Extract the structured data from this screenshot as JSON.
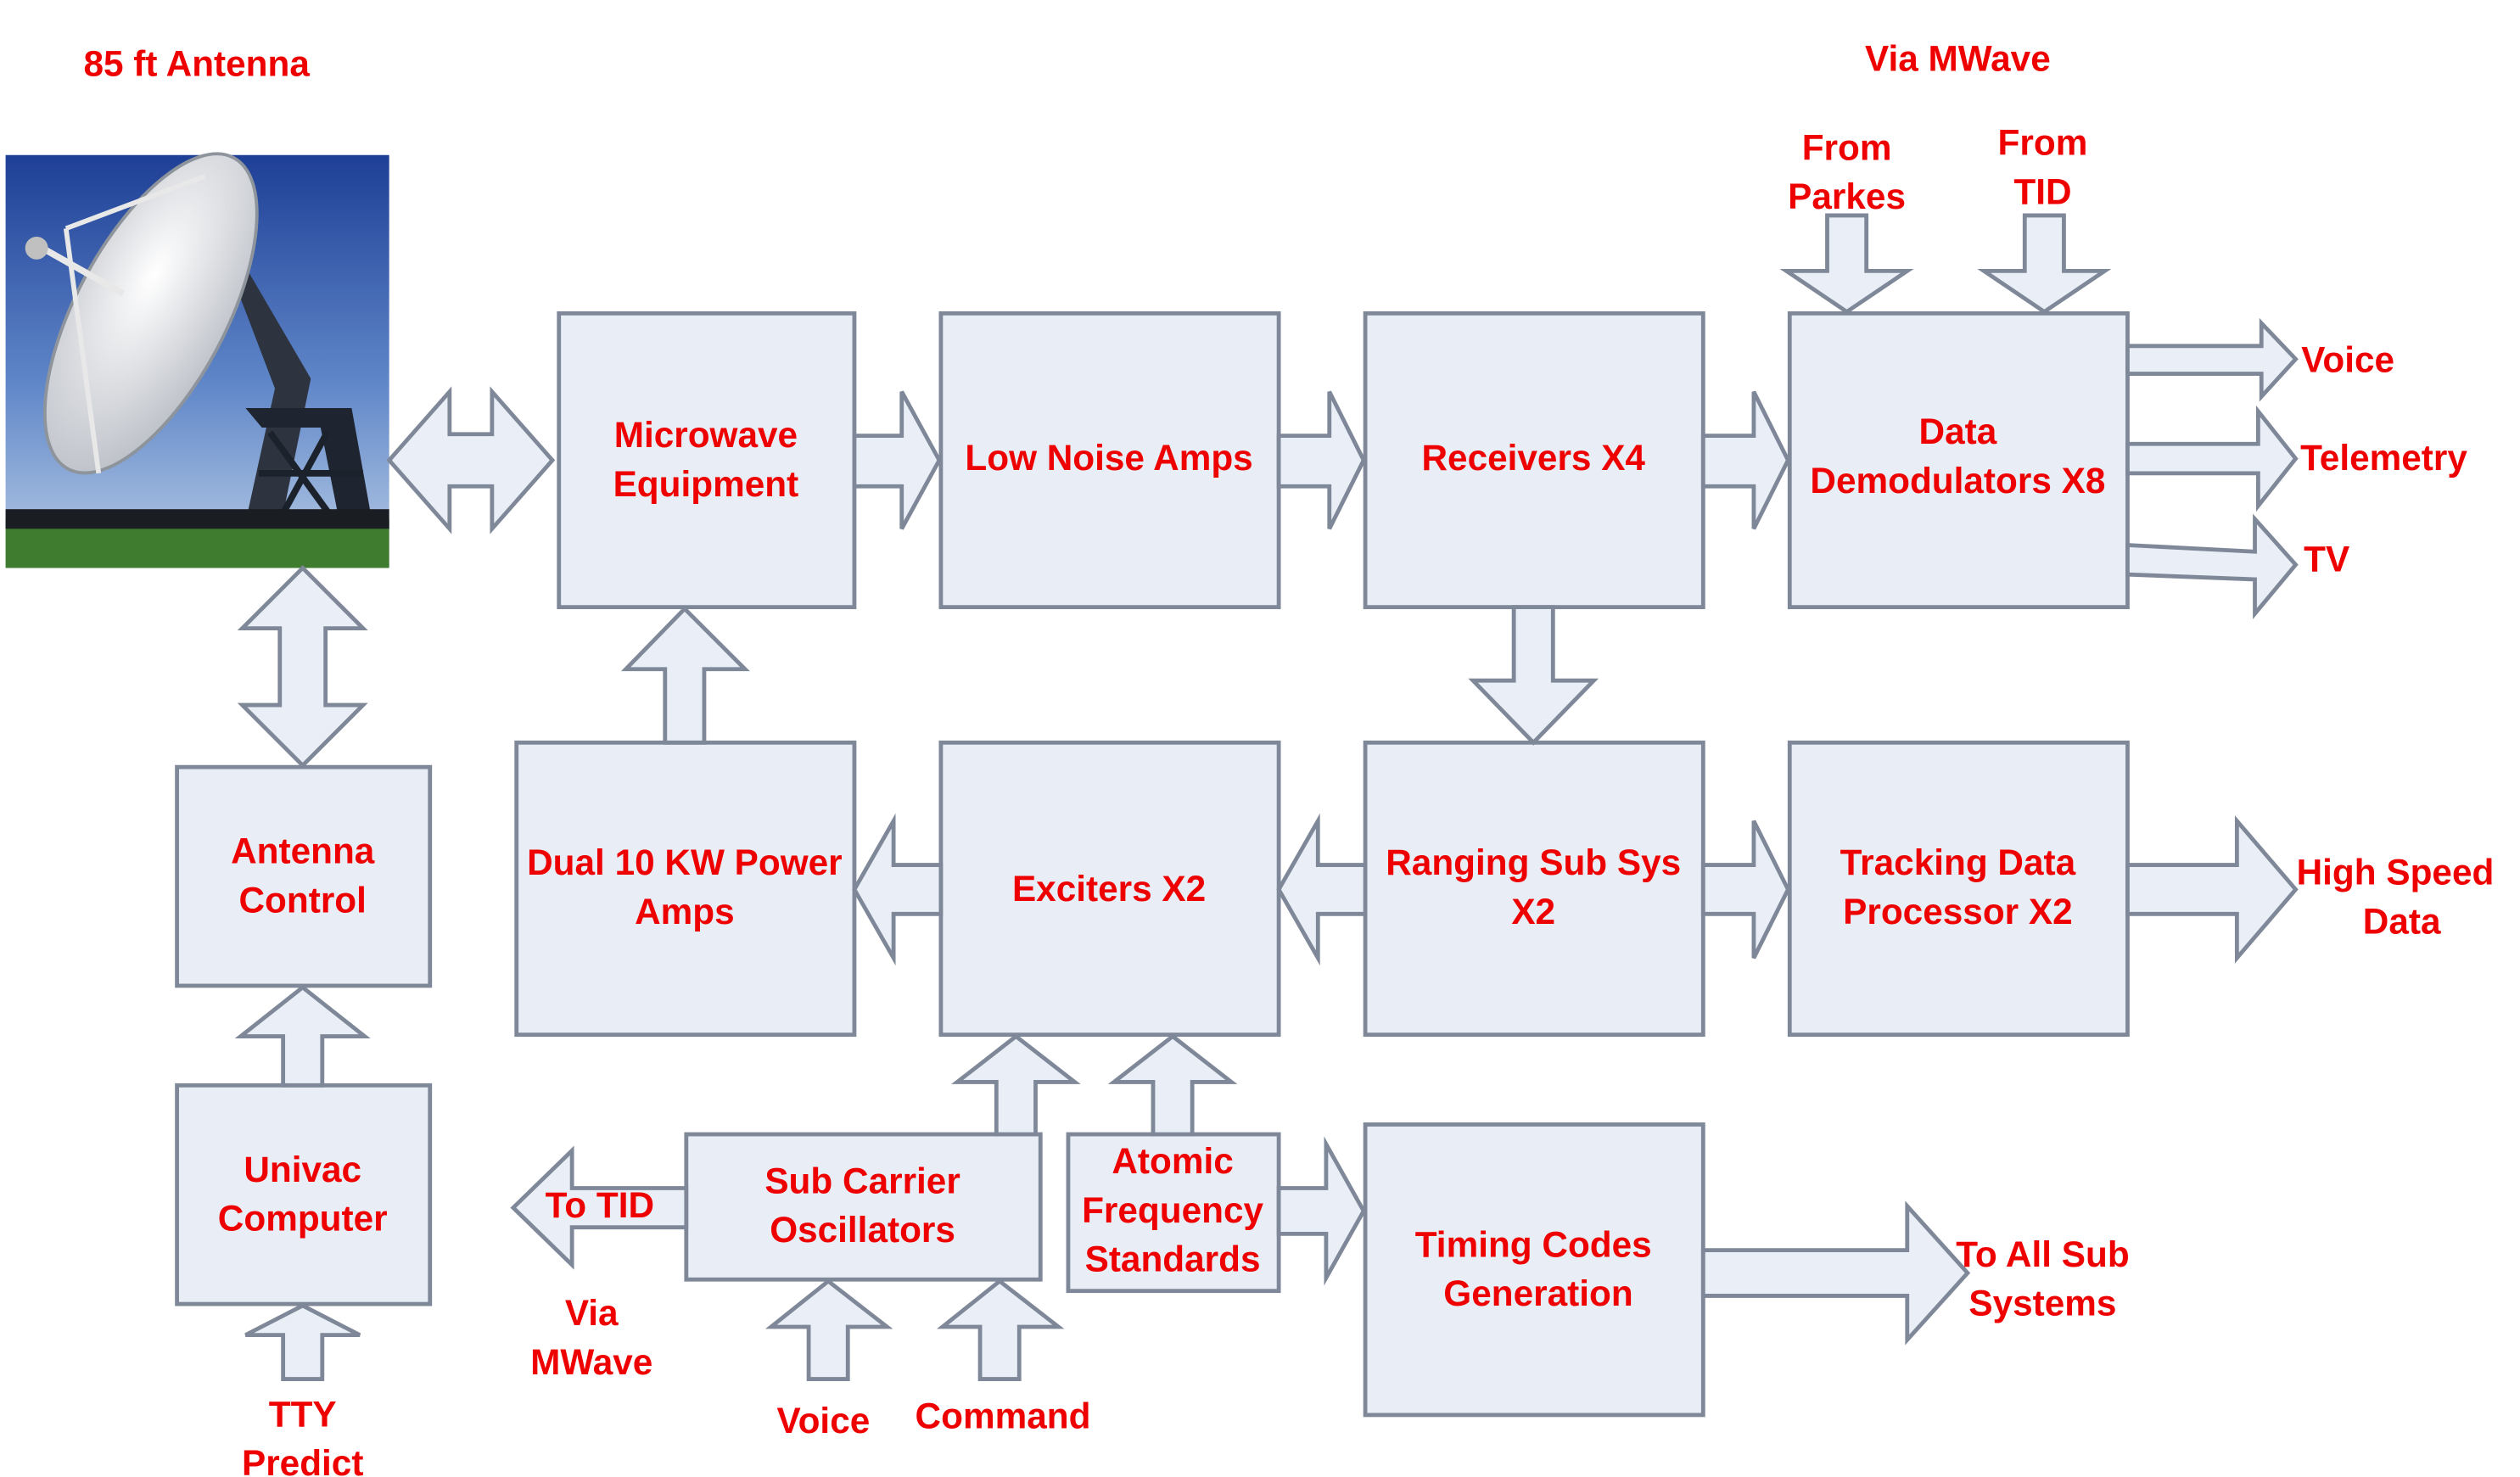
{
  "top_labels": {
    "antenna_title": "85 ft Antenna",
    "via_mwave_top": "Via MWave"
  },
  "boxes": {
    "microwave_equipment": [
      "Microwave",
      "Equipment"
    ],
    "low_noise_amps": [
      "Low Noise Amps"
    ],
    "receivers": [
      "Receivers X4"
    ],
    "data_demodulators": [
      "Data",
      "Demodulators X8"
    ],
    "antenna_control": [
      "Antenna",
      "Control"
    ],
    "univac_computer": [
      "Univac",
      "Computer"
    ],
    "power_amps": [
      "Dual 10 KW Power",
      "Amps"
    ],
    "exciters": [
      "Exciters X2"
    ],
    "ranging": [
      "Ranging Sub Sys",
      "X2"
    ],
    "tracking": [
      "Tracking Data",
      "Processor X2"
    ],
    "sub_carrier": [
      "Sub Carrier",
      "Oscillators"
    ],
    "atomic": [
      "Atomic",
      "Frequency",
      "Standards"
    ],
    "timing": [
      "Timing Codes",
      "Generation"
    ]
  },
  "io_labels": {
    "from_parkes": [
      "From",
      "Parkes"
    ],
    "from_tid": [
      "From",
      "TID"
    ],
    "voice_out": "Voice",
    "telemetry_out": "Telemetry",
    "tv_out": "TV",
    "high_speed_data": [
      "High Speed",
      "Data"
    ],
    "to_all_sub_systems": [
      "To All Sub",
      "Systems"
    ],
    "to_tid": "To TID",
    "via_mwave_bottom": [
      "Via",
      "MWave"
    ],
    "voice_in": "Voice",
    "command_in": "Command",
    "tty_predict": [
      "TTY",
      "Predict"
    ]
  },
  "colors": {
    "label_text": "#ee0000",
    "box_fill": "#e8edf6",
    "box_stroke": "#7f8898"
  },
  "image": {
    "antenna_photo": "antenna-dish-photo"
  }
}
